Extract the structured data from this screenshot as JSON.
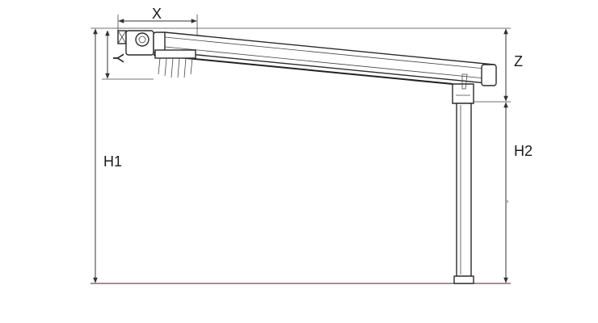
{
  "diagram": {
    "labels": {
      "x": "X",
      "y": "Y",
      "z": "Z",
      "h1": "H1",
      "h2": "H2"
    }
  }
}
